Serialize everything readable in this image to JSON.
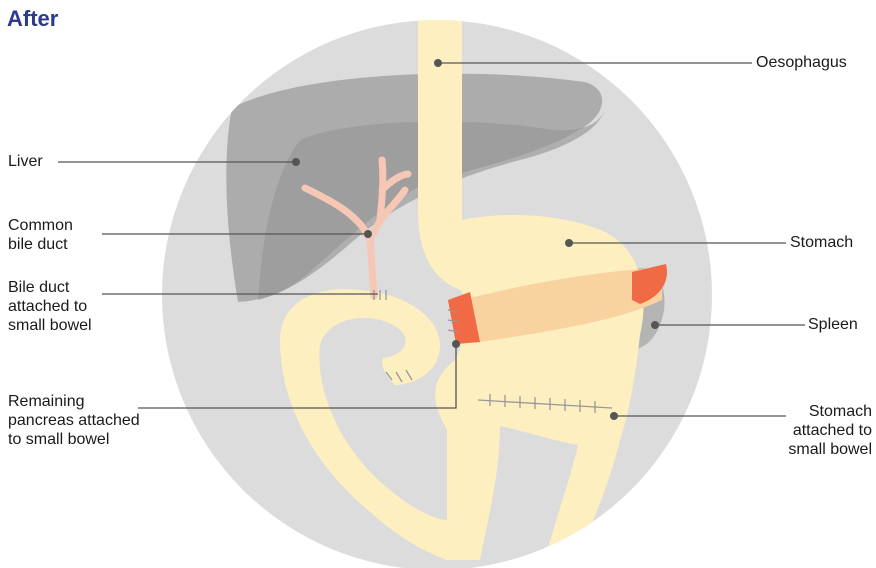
{
  "title": "After",
  "colors": {
    "circle_bg": "#dcdcdc",
    "liver": "#a9a9a9",
    "liver_dark": "#8f8f8f",
    "bowel": "#fdefbf",
    "pancreas": "#f8d3a0",
    "pancreas_ends": "#ef6a45",
    "bile_duct": "#f6c7b5",
    "spleen": "#b4b4b4",
    "title": "#2b3a8f"
  },
  "labels": {
    "oesophagus": "Oesophagus",
    "liver": "Liver",
    "common_bile_duct": [
      "Common",
      "bile duct"
    ],
    "bile_duct_attached": [
      "Bile duct",
      "attached to",
      "small bowel"
    ],
    "stomach": "Stomach",
    "spleen": "Spleen",
    "remaining_pancreas": [
      "Remaining",
      "pancreas attached",
      "to small bowel"
    ],
    "stomach_attached": [
      "Stomach",
      "attached to",
      "small bowel"
    ]
  }
}
